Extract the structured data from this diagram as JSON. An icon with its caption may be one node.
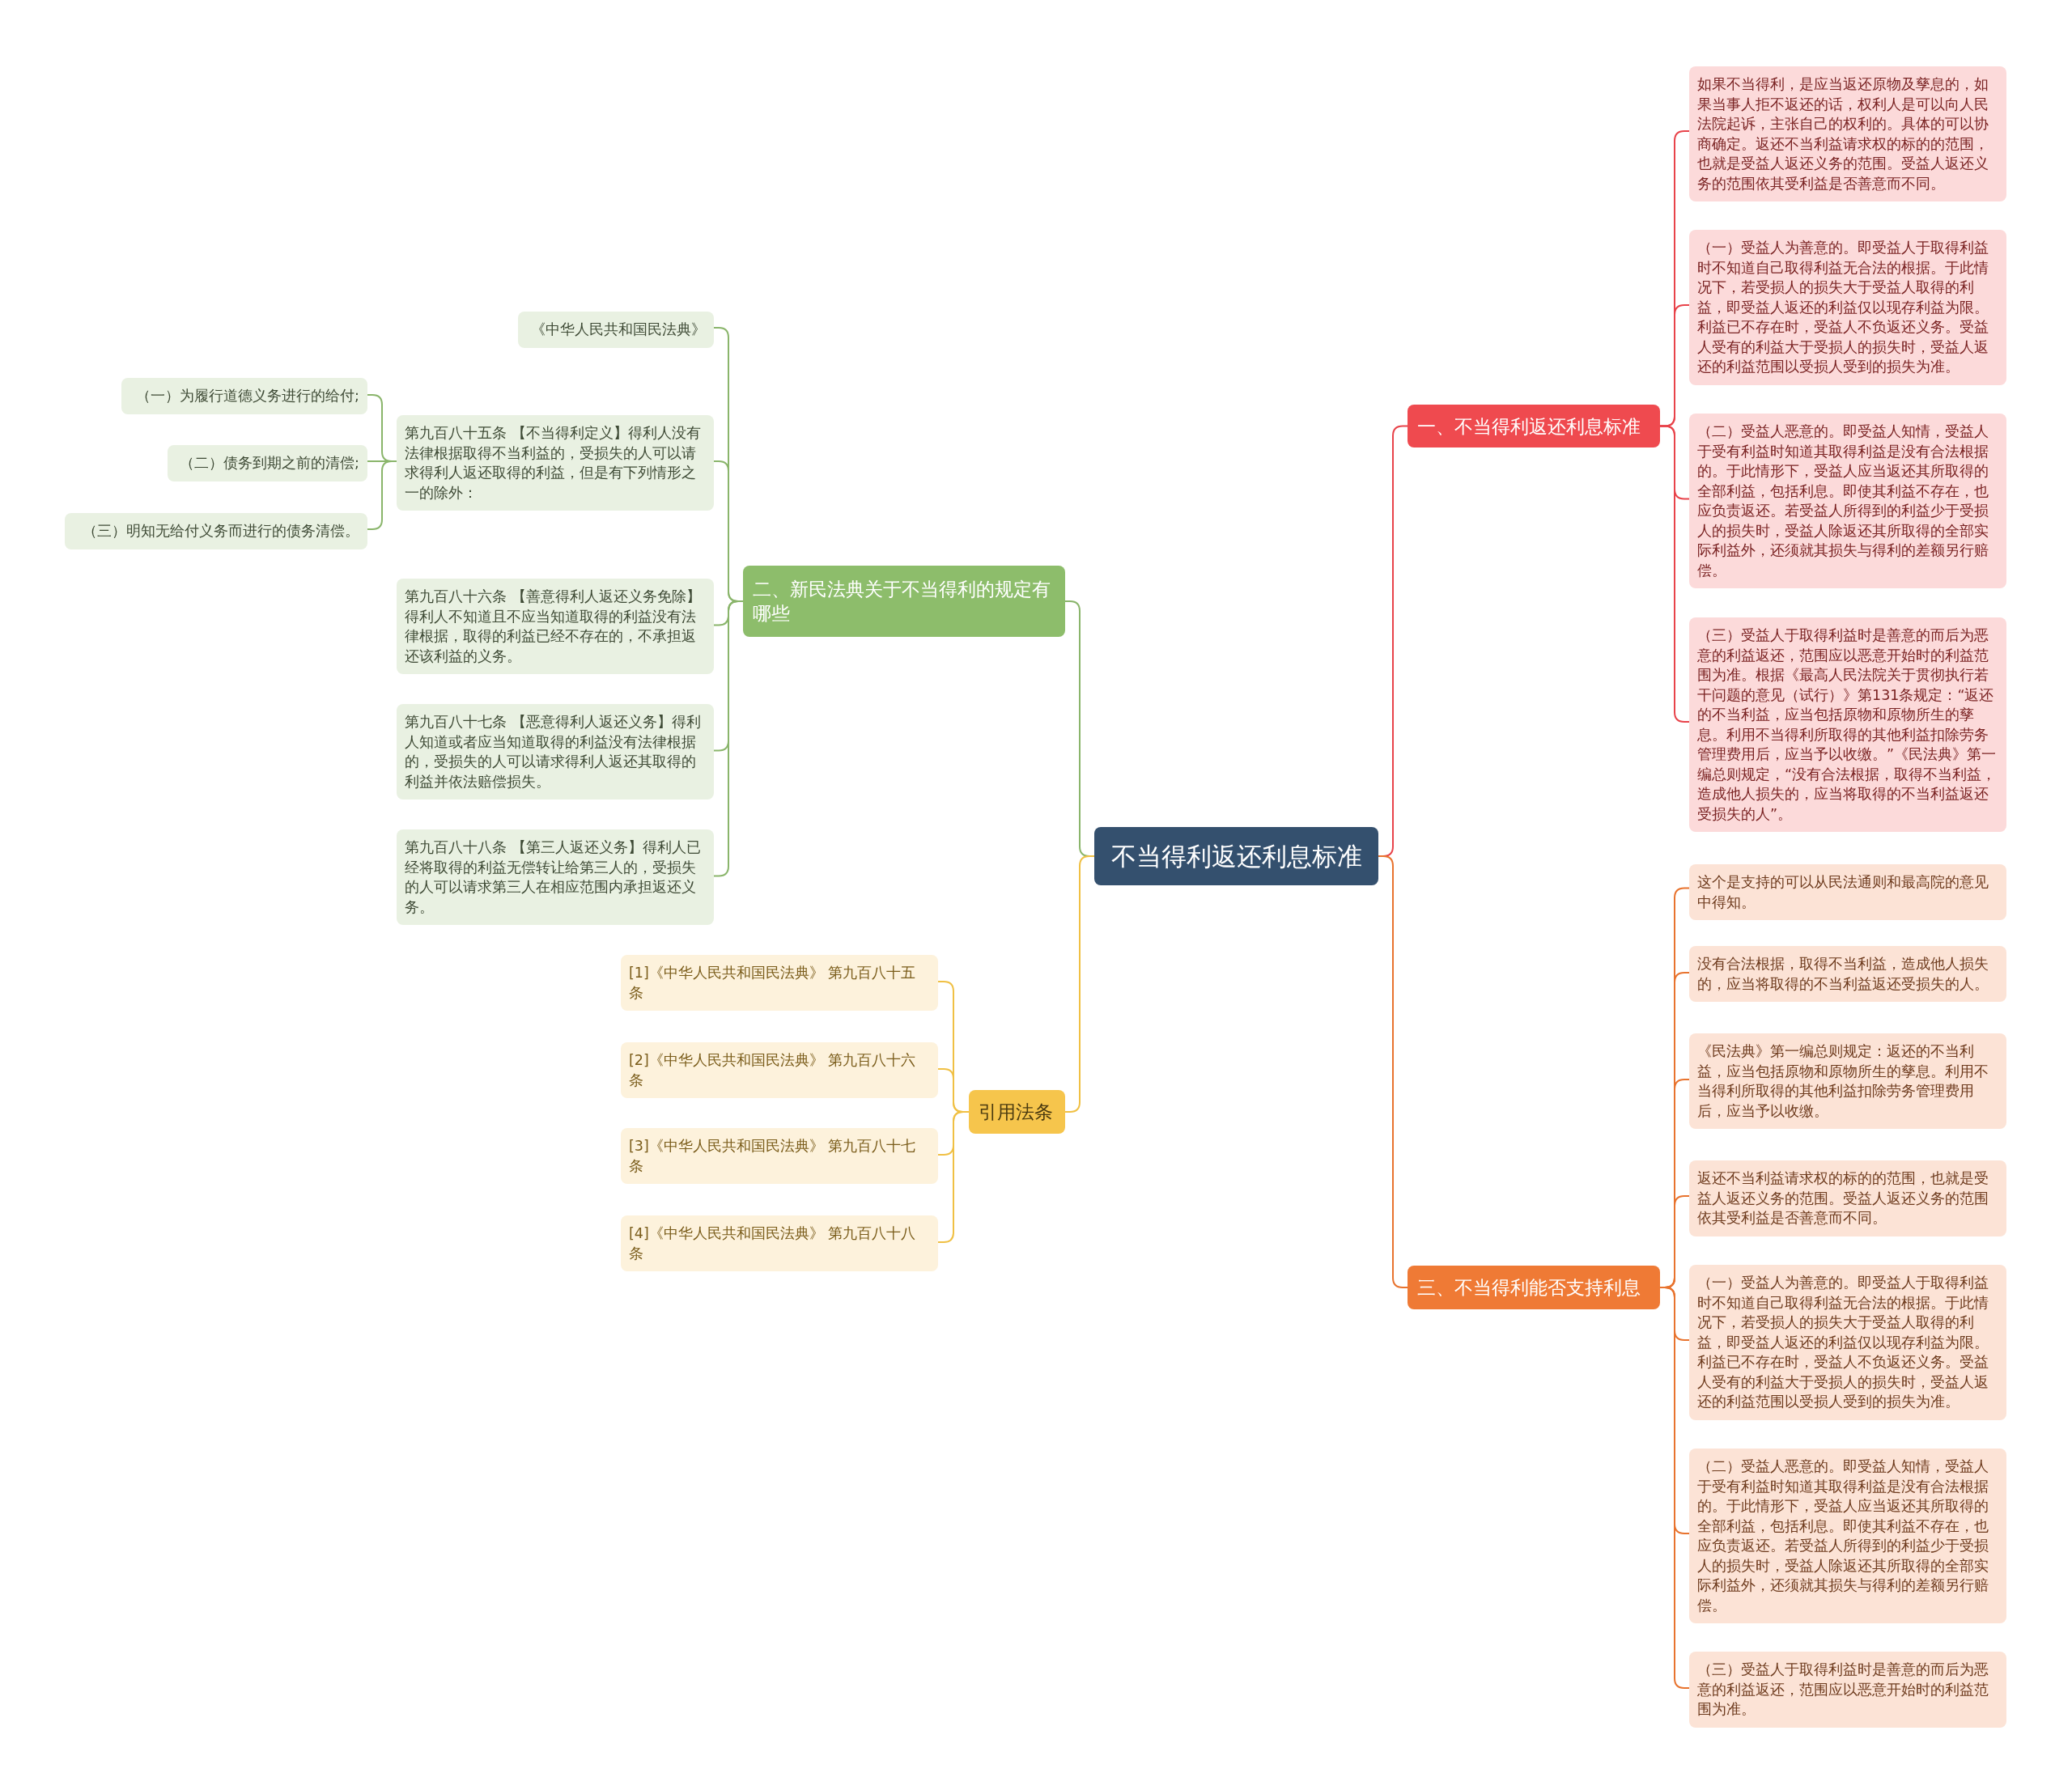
{
  "diagram": {
    "nodes": [
      {
        "text": [
          "不当得利返还利息标准"
        ]
      },
      {
        "text": [
          "一、不当得利返还利息标准"
        ]
      },
      {
        "text": [
          "如果不当得利，是应当返还原物及孳息的，如果当事人拒不返还的话，权利人是可以向人民法院起诉，主张自己的权利的。具体的可以协商确定。返还不当利益请求权的标的的范围，也就是受益人返还义务的范围。受益人返还义务的范围依其受利益是否善意而不同。"
        ]
      },
      {
        "text": [
          "（一）受益人为善意的。即受益人于取得利益时不知道自己取得利益无合法的根据。于此情况下，若受损人的损失大于受益人取得的利益，即受益人返还的利益仅以现存利益为限。利益已不存在时，受益人不负返还义务。受益人受有的利益大于受损人的损失时，受益人返还的利益范围以受损人受到的损失为准。"
        ]
      },
      {
        "text": [
          "（二）受益人恶意的。即受益人知情，受益人于受有利益时知道其取得利益是没有合法根据的。于此情形下，受益人应当返还其所取得的全部利益，包括利息。即使其利益不存在，也应负责返还。若受益人所得到的利益少于受损人的损失时，受益人除返还其所取得的全部实际利益外，还须就其损失与得利的差额另行赔偿。"
        ]
      },
      {
        "text": [
          "（三）受益人于取得利益时是善意的而后为恶意的利益返还，范围应以恶意开始时的利益范围为准。根据《最高人民法院关于贯彻执行若干问题的意见（试行）》第131条规定：“返还的不当利益，应当包括原物和原物所生的孳息。利用不当得利所取得的其他利益扣除劳务管理费用后，应当予以收缴。”《民法典》第一编总则规定，“没有合法根据，取得不当利益，造成他人损失的，应当将取得的不当利益返还受损失的人”。"
        ]
      },
      {
        "text": [
          "三、不当得利能否支持利息"
        ]
      },
      {
        "text": [
          "这个是支持的可以从民法通则和最高院的意见中得知。"
        ]
      },
      {
        "text": [
          "没有合法根据，取得不当利益，造成他人损失的，应当将取得的不当利益返还受损失的人。"
        ]
      },
      {
        "text": [
          "《民法典》第一编总则规定：返还的不当利益，应当包括原物和原物所生的孳息。利用不当得利所取得的其他利益扣除劳务管理费用后，应当予以收缴。"
        ]
      },
      {
        "text": [
          "返还不当利益请求权的标的的范围，也就是受益人返还义务的范围。受益人返还义务的范围依其受利益是否善意而不同。"
        ]
      },
      {
        "text": [
          "（一）受益人为善意的。即受益人于取得利益时不知道自己取得利益无合法的根据。于此情况下，若受损人的损失大于受益人取得的利益，即受益人返还的利益仅以现存利益为限。利益已不存在时，受益人不负返还义务。受益人受有的利益大于受损人的损失时，受益人返还的利益范围以受损人受到的损失为准。"
        ]
      },
      {
        "text": [
          "（二）受益人恶意的。即受益人知情，受益人于受有利益时知道其取得利益是没有合法根据的。于此情形下，受益人应当返还其所取得的全部利益，包括利息。即使其利益不存在，也应负责返还。若受益人所得到的利益少于受损人的损失时，受益人除返还其所取得的全部实际利益外，还须就其损失与得利的差额另行赔偿。"
        ]
      },
      {
        "text": [
          "（三）受益人于取得利益时是善意的而后为恶意的利益返还，范围应以恶意开始时的利益范围为准。"
        ]
      },
      {
        "text": [
          "二、新民法典关于不当得利的规定有哪些"
        ]
      },
      {
        "text": [
          "《中华人民共和国民法典》"
        ]
      },
      {
        "text": [
          "第九百八十五条 【不当得利定义】得利人没有法律根据取得不当利益的，受损失的人可以请求得利人返还取得的利益，但是有下列情形之一的除外："
        ]
      },
      {
        "text": [
          "（一）为履行道德义务进行的给付;"
        ]
      },
      {
        "text": [
          "（二）债务到期之前的清偿;"
        ]
      },
      {
        "text": [
          "（三）明知无给付义务而进行的债务清偿。"
        ]
      },
      {
        "text": [
          "第九百八十六条 【善意得利人返还义务免除】得利人不知道且不应当知道取得的利益没有法律根据，取得的利益已经不存在的，不承担返还该利益的义务。"
        ]
      },
      {
        "text": [
          "第九百八十七条 【恶意得利人返还义务】得利人知道或者应当知道取得的利益没有法律根据的，受损失的人可以请求得利人返还其取得的利益并依法赔偿损失。"
        ]
      },
      {
        "text": [
          "第九百八十八条 【第三人返还义务】得利人已经将取得的利益无偿转让给第三人的，受损失的人可以请求第三人在相应范围内承担返还义务。"
        ]
      },
      {
        "text": [
          "引用法条"
        ]
      },
      {
        "text": [
          "[1]《中华人民共和国民法典》 第九百八十五条"
        ]
      },
      {
        "text": [
          "[2]《中华人民共和国民法典》 第九百八十六条"
        ]
      },
      {
        "text": [
          "[3]《中华人民共和国民法典》 第九百八十七条"
        ]
      },
      {
        "text": [
          "[4]《中华人民共和国民法典》 第九百八十八条"
        ]
      }
    ],
    "edges": [
      {
        "from": 0,
        "to": 1,
        "arrow": "none",
        "color": "#e8434a"
      },
      {
        "from": 1,
        "to": 2,
        "arrow": "none",
        "color": "#e8434a"
      },
      {
        "from": 1,
        "to": 3,
        "arrow": "none",
        "color": "#e8434a"
      },
      {
        "from": 1,
        "to": 4,
        "arrow": "none",
        "color": "#e8434a"
      },
      {
        "from": 1,
        "to": 5,
        "arrow": "none",
        "color": "#e8434a"
      },
      {
        "from": 0,
        "to": 6,
        "arrow": "none",
        "color": "#e8732e"
      },
      {
        "from": 6,
        "to": 7,
        "arrow": "none",
        "color": "#e8732e"
      },
      {
        "from": 6,
        "to": 8,
        "arrow": "none",
        "color": "#e8732e"
      },
      {
        "from": 6,
        "to": 9,
        "arrow": "none",
        "color": "#e8732e"
      },
      {
        "from": 6,
        "to": 10,
        "arrow": "none",
        "color": "#e8732e"
      },
      {
        "from": 6,
        "to": 11,
        "arrow": "none",
        "color": "#e8732e"
      },
      {
        "from": 6,
        "to": 12,
        "arrow": "none",
        "color": "#e8732e"
      },
      {
        "from": 6,
        "to": 13,
        "arrow": "none",
        "color": "#e8732e"
      },
      {
        "from": 0,
        "to": 14,
        "arrow": "none",
        "color": "#8ab56b"
      },
      {
        "from": 14,
        "to": 15,
        "arrow": "none",
        "color": "#8ab56b"
      },
      {
        "from": 14,
        "to": 16,
        "arrow": "none",
        "color": "#8ab56b"
      },
      {
        "from": 16,
        "to": 17,
        "arrow": "none",
        "color": "#8ab56b"
      },
      {
        "from": 16,
        "to": 18,
        "arrow": "none",
        "color": "#8ab56b"
      },
      {
        "from": 16,
        "to": 19,
        "arrow": "none",
        "color": "#8ab56b"
      },
      {
        "from": 14,
        "to": 20,
        "arrow": "none",
        "color": "#8ab56b"
      },
      {
        "from": 14,
        "to": 21,
        "arrow": "none",
        "color": "#8ab56b"
      },
      {
        "from": 14,
        "to": 22,
        "arrow": "none",
        "color": "#8ab56b"
      },
      {
        "from": 0,
        "to": 23,
        "arrow": "none",
        "color": "#f0c044"
      },
      {
        "from": 23,
        "to": 24,
        "arrow": "none",
        "color": "#f0c044"
      },
      {
        "from": 23,
        "to": 25,
        "arrow": "none",
        "color": "#f0c044"
      },
      {
        "from": 23,
        "to": 26,
        "arrow": "none",
        "color": "#f0c044"
      },
      {
        "from": 23,
        "to": 27,
        "arrow": "none",
        "color": "#f0c044"
      }
    ]
  }
}
